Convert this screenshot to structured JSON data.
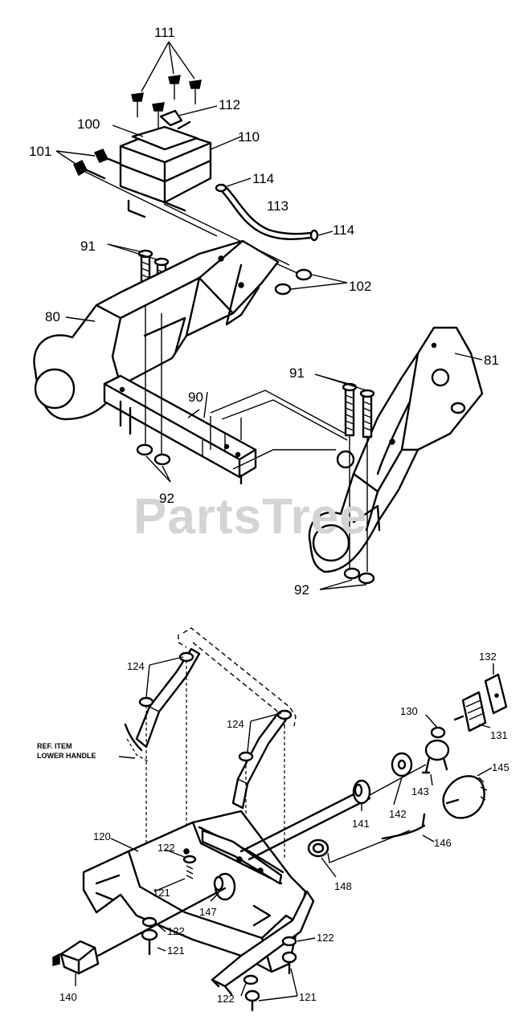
{
  "watermark": "PartsTree",
  "labels": {
    "p111": "111",
    "p112": "112",
    "p100": "100",
    "p110": "110",
    "p101": "101",
    "p114a": "114",
    "p113": "113",
    "p114b": "114",
    "p91a": "91",
    "p102": "102",
    "p80": "80",
    "p81": "81",
    "p91b": "91",
    "p90": "90",
    "p92a": "92",
    "p92b": "92",
    "p124a": "124",
    "p132": "132",
    "p124b": "124",
    "p130": "130",
    "p131": "131",
    "ref_line1": "REF. ITEM",
    "ref_line2": "LOWER HANDLE",
    "p145": "145",
    "p143": "143",
    "p142": "142",
    "p141": "141",
    "p146": "146",
    "p120": "120",
    "p122a": "122",
    "p121a": "121",
    "p148": "148",
    "p147": "147",
    "p122b": "122",
    "p121b": "121",
    "p122c": "122",
    "p140": "140",
    "p122d": "122",
    "p121c": "121"
  }
}
